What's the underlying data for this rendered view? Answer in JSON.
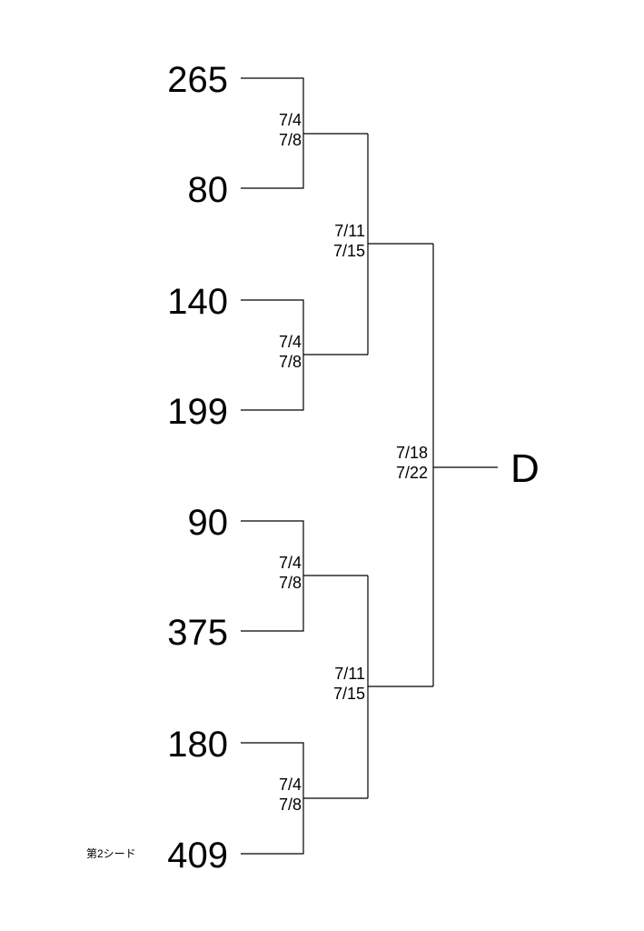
{
  "entries": [
    "265",
    "80",
    "140",
    "199",
    "90",
    "375",
    "180",
    "409"
  ],
  "seed_note": "第2シード",
  "round1_dates": [
    {
      "start": "7/4",
      "end": "7/8"
    },
    {
      "start": "7/4",
      "end": "7/8"
    },
    {
      "start": "7/4",
      "end": "7/8"
    },
    {
      "start": "7/4",
      "end": "7/8"
    }
  ],
  "round2_dates": [
    {
      "start": "7/11",
      "end": "7/15"
    },
    {
      "start": "7/11",
      "end": "7/15"
    }
  ],
  "final_dates": {
    "start": "7/18",
    "end": "7/22"
  },
  "winner_label": "D",
  "line_color": "#000000"
}
